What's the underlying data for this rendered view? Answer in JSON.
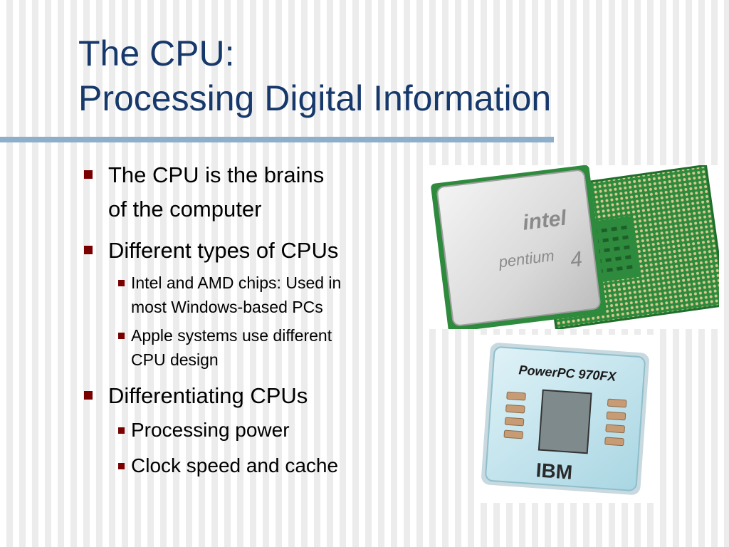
{
  "slide": {
    "title_line1": "The CPU:",
    "title_line2": "Processing Digital Information",
    "bullets": [
      {
        "text": "The CPU is the brains of the computer",
        "line1": "The CPU is the brains",
        "line2": "of the computer",
        "subs": []
      },
      {
        "text": "Different types of CPUs",
        "subs": [
          {
            "text": "Intel and AMD chips: Used in most Windows-based PCs",
            "line1": "Intel and AMD chips: Used in",
            "line2": "most Windows-based PCs"
          },
          {
            "text": "Apple systems use different CPU design",
            "line1": "Apple systems use different",
            "line2": "CPU design"
          }
        ]
      },
      {
        "text": "Differentiating CPUs",
        "subs": [
          {
            "text": "Processing power"
          },
          {
            "text": "Clock speed and cache"
          }
        ]
      }
    ]
  },
  "images": {
    "pentium": {
      "logo": "intel",
      "product": "pentium",
      "product_num": "4"
    },
    "powerpc": {
      "model": "PowerPC 970FX",
      "brand": "IBM"
    }
  },
  "colors": {
    "title": "#16386b",
    "rule": "#8faecb",
    "bullet": "#7a0000",
    "chip_green": "#2e8a3c",
    "chip_blue": "#bfe4ee"
  }
}
